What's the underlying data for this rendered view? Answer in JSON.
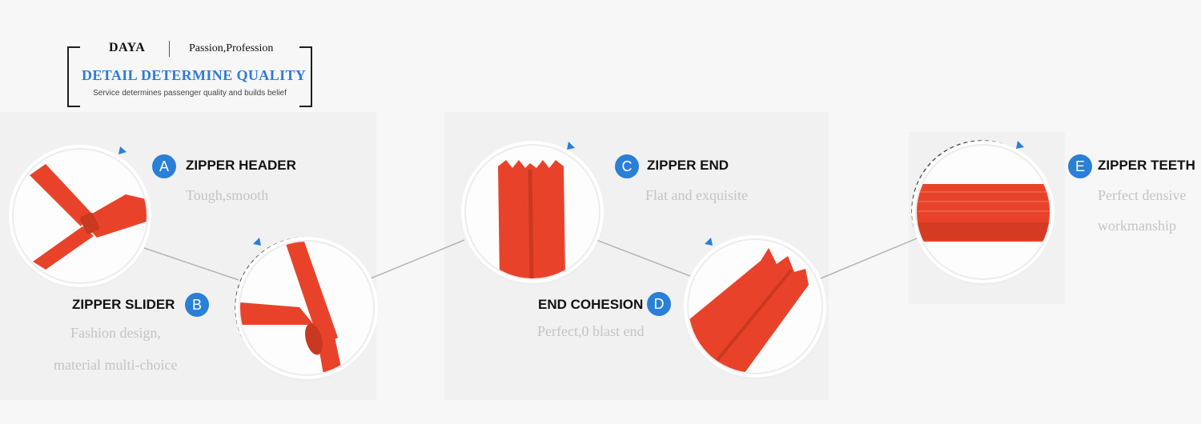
{
  "header": {
    "company": "DAYA",
    "motto": "Passion,Profession",
    "title": "DETAIL DETERMINE QUALITY",
    "tagline": "Service determines passenger quality and builds belief"
  },
  "features": [
    {
      "letter": "A",
      "title": "ZIPPER HEADER",
      "desc": [
        "Tough,smooth"
      ]
    },
    {
      "letter": "B",
      "title": "ZIPPER SLIDER",
      "desc": [
        "Fashion design,",
        "material multi-choice"
      ]
    },
    {
      "letter": "C",
      "title": "ZIPPER END",
      "desc": [
        "Flat and exquisite"
      ]
    },
    {
      "letter": "D",
      "title": "END COHESION",
      "desc": [
        "Perfect,0 blast end"
      ]
    },
    {
      "letter": "E",
      "title": "ZIPPER TEETH",
      "desc": [
        "Perfect densive",
        "workmanship"
      ]
    }
  ],
  "colors": {
    "accent": "#2a7fd6",
    "zipper": "#e8432a",
    "title_blue": "#2f7bd5",
    "desc_gray": "#c4c4c4"
  }
}
